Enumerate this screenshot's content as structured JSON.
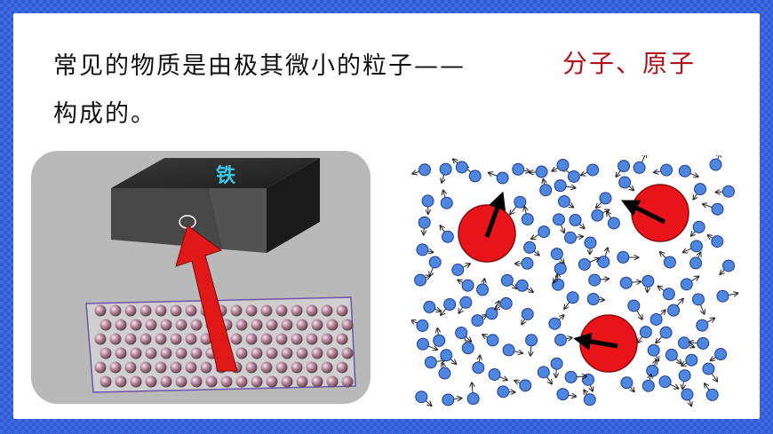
{
  "text": {
    "line1": "常见的物质是由极其微小的粒子——",
    "line2": "构成的。",
    "answer": "分子、原子"
  },
  "iron_figure": {
    "block_label": "铁"
  },
  "colors": {
    "frame": "#2f5bd8",
    "answer": "#b0141a",
    "molecule_small": "#4f86e0",
    "molecule_large": "#e8141a",
    "arrow_red": "#e01818"
  }
}
